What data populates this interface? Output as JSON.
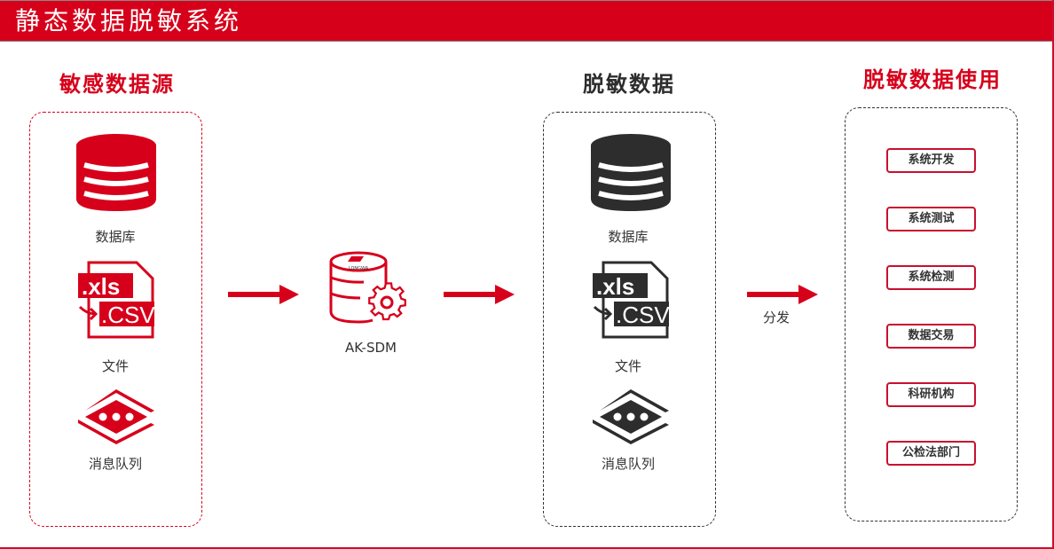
{
  "header": {
    "title": "静态数据脱敏系统"
  },
  "colors": {
    "accent": "#d7001b",
    "dark": "#2d2d2d"
  },
  "sources": {
    "title": "敏感数据源",
    "items": [
      {
        "label": "数据库",
        "icon": "database-icon"
      },
      {
        "label": "文件",
        "icon": "file-icon",
        "file_tags": [
          ".xls",
          ".CSV"
        ]
      },
      {
        "label": "消息队列",
        "icon": "message-queue-icon"
      }
    ]
  },
  "engine": {
    "label": "AK-SDM",
    "icon": "database-gear-icon",
    "logo_text": "LONGWA"
  },
  "masked": {
    "title": "脱敏数据",
    "items": [
      {
        "label": "数据库",
        "icon": "database-icon"
      },
      {
        "label": "文件",
        "icon": "file-icon",
        "file_tags": [
          ".xls",
          ".CSV"
        ]
      },
      {
        "label": "消息队列",
        "icon": "message-queue-icon"
      }
    ]
  },
  "distribute": {
    "label": "分发"
  },
  "usage": {
    "title": "脱敏数据使用",
    "items": [
      "系统开发",
      "系统测试",
      "系统检测",
      "数据交易",
      "科研机构",
      "公检法部门"
    ]
  }
}
